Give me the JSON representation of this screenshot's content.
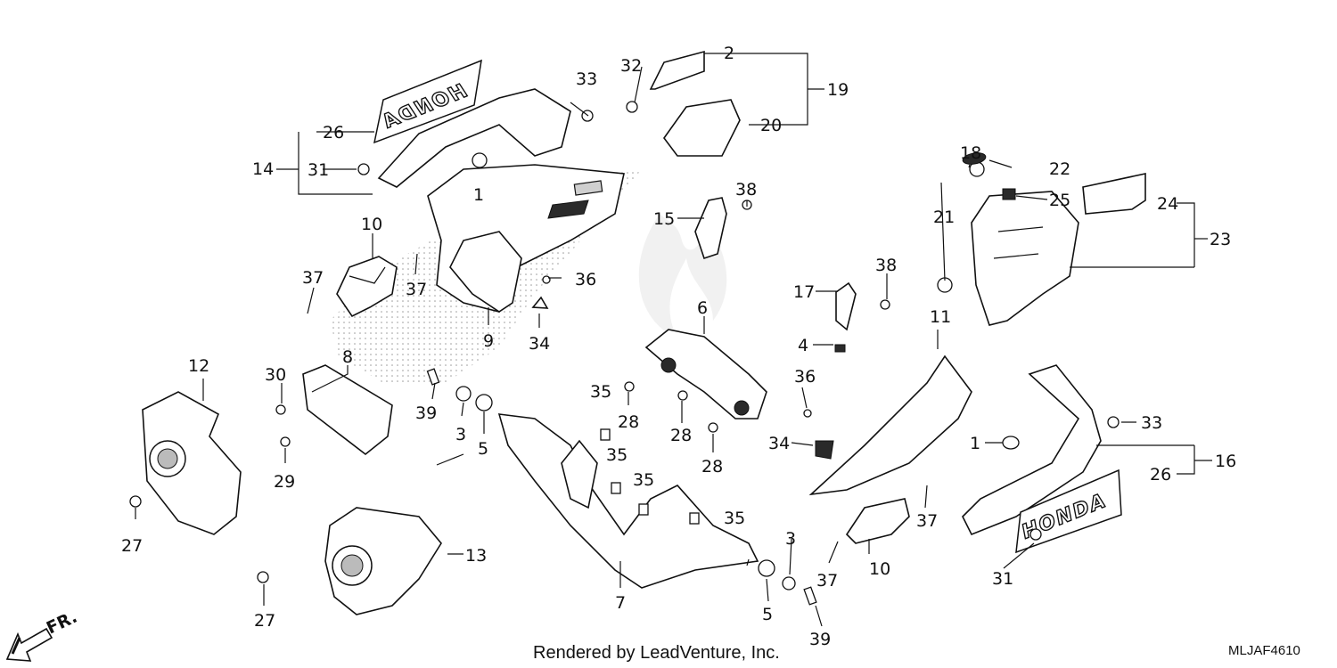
{
  "diagram": {
    "footer_text": "Rendered by LeadVenture, Inc.",
    "diagram_code": "MLJAF4610",
    "direction_label": "FR.",
    "emblem_text": "HONDA",
    "emblem_text_mirrored": "HONDA",
    "callouts": [
      {
        "id": "c1a",
        "text": "1"
      },
      {
        "id": "c1b",
        "text": "1"
      },
      {
        "id": "c2",
        "text": "2"
      },
      {
        "id": "c3a",
        "text": "3"
      },
      {
        "id": "c3b",
        "text": "3"
      },
      {
        "id": "c4",
        "text": "4"
      },
      {
        "id": "c5a",
        "text": "5"
      },
      {
        "id": "c5b",
        "text": "5"
      },
      {
        "id": "c6",
        "text": "6"
      },
      {
        "id": "c7",
        "text": "7"
      },
      {
        "id": "c8",
        "text": "8"
      },
      {
        "id": "c9",
        "text": "9"
      },
      {
        "id": "c10a",
        "text": "10"
      },
      {
        "id": "c10b",
        "text": "10"
      },
      {
        "id": "c11",
        "text": "11"
      },
      {
        "id": "c12",
        "text": "12"
      },
      {
        "id": "c13",
        "text": "13"
      },
      {
        "id": "c14",
        "text": "14"
      },
      {
        "id": "c15",
        "text": "15"
      },
      {
        "id": "c16",
        "text": "16"
      },
      {
        "id": "c17",
        "text": "17"
      },
      {
        "id": "c18",
        "text": "18"
      },
      {
        "id": "c19",
        "text": "19"
      },
      {
        "id": "c20",
        "text": "20"
      },
      {
        "id": "c21",
        "text": "21"
      },
      {
        "id": "c22",
        "text": "22"
      },
      {
        "id": "c23",
        "text": "23"
      },
      {
        "id": "c24",
        "text": "24"
      },
      {
        "id": "c25",
        "text": "25"
      },
      {
        "id": "c26a",
        "text": "26"
      },
      {
        "id": "c26b",
        "text": "26"
      },
      {
        "id": "c27a",
        "text": "27"
      },
      {
        "id": "c27b",
        "text": "27"
      },
      {
        "id": "c28a",
        "text": "28"
      },
      {
        "id": "c28b",
        "text": "28"
      },
      {
        "id": "c28c",
        "text": "28"
      },
      {
        "id": "c29",
        "text": "29"
      },
      {
        "id": "c30",
        "text": "30"
      },
      {
        "id": "c31a",
        "text": "31"
      },
      {
        "id": "c31b",
        "text": "31"
      },
      {
        "id": "c32",
        "text": "32"
      },
      {
        "id": "c33a",
        "text": "33"
      },
      {
        "id": "c33b",
        "text": "33"
      },
      {
        "id": "c34a",
        "text": "34"
      },
      {
        "id": "c34b",
        "text": "34"
      },
      {
        "id": "c35a",
        "text": "35"
      },
      {
        "id": "c35b",
        "text": "35"
      },
      {
        "id": "c35c",
        "text": "35"
      },
      {
        "id": "c35d",
        "text": "35"
      },
      {
        "id": "c36a",
        "text": "36"
      },
      {
        "id": "c36b",
        "text": "36"
      },
      {
        "id": "c37a",
        "text": "37"
      },
      {
        "id": "c37b",
        "text": "37"
      },
      {
        "id": "c37c",
        "text": "37"
      },
      {
        "id": "c37d",
        "text": "37"
      },
      {
        "id": "c38a",
        "text": "38"
      },
      {
        "id": "c38b",
        "text": "38"
      },
      {
        "id": "c39a",
        "text": "39"
      },
      {
        "id": "c39b",
        "text": "39"
      }
    ]
  }
}
